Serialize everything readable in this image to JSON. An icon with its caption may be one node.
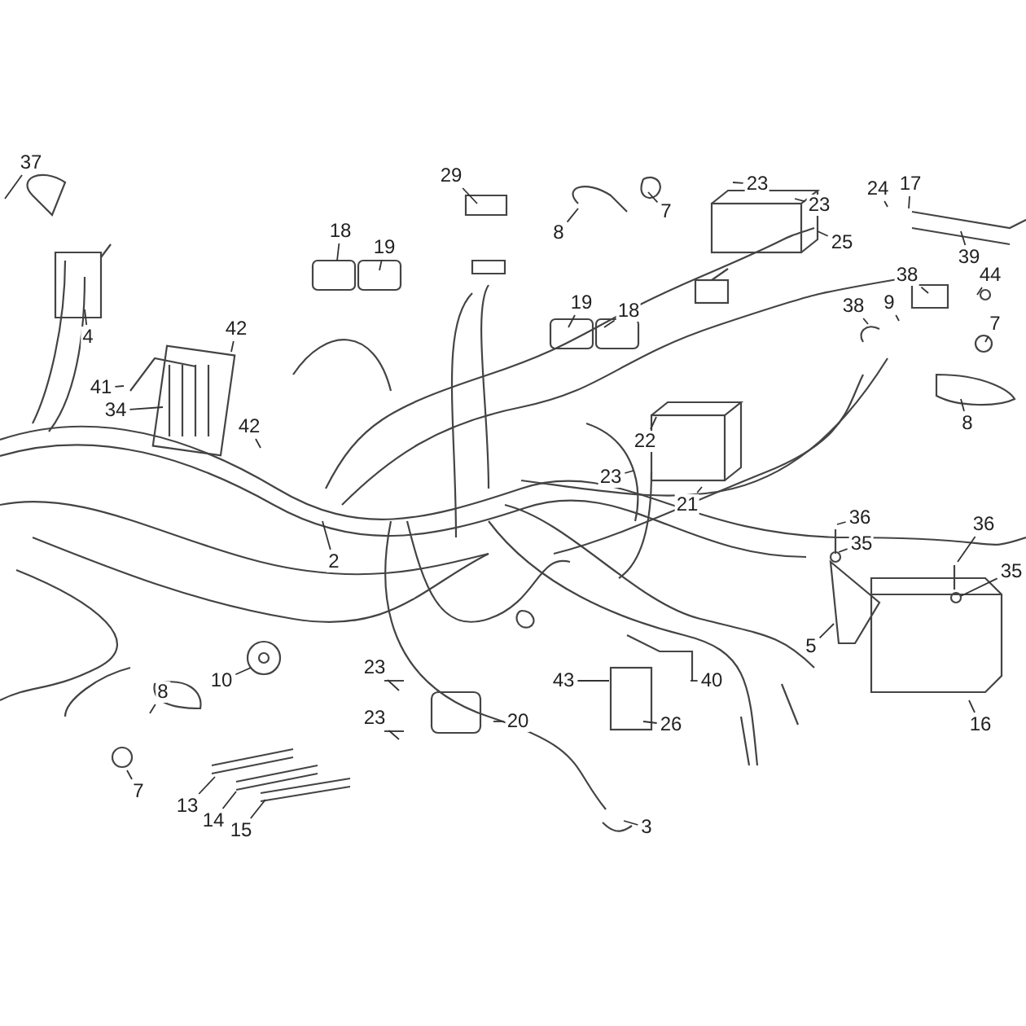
{
  "diagram": {
    "nodes": [
      {
        "text": [
          "37"
        ]
      },
      {
        "text": [
          "29"
        ]
      },
      {
        "text": [
          "23"
        ]
      },
      {
        "text": [
          "17"
        ]
      },
      {
        "text": [
          "24"
        ]
      },
      {
        "text": [
          "23"
        ]
      },
      {
        "text": [
          "7"
        ]
      },
      {
        "text": [
          "8"
        ]
      },
      {
        "text": [
          "18"
        ]
      },
      {
        "text": [
          "25"
        ]
      },
      {
        "text": [
          "19"
        ]
      },
      {
        "text": [
          "39"
        ]
      },
      {
        "text": [
          "38"
        ]
      },
      {
        "text": [
          "44"
        ]
      },
      {
        "text": [
          "19"
        ]
      },
      {
        "text": [
          "9"
        ]
      },
      {
        "text": [
          "38"
        ]
      },
      {
        "text": [
          "18"
        ]
      },
      {
        "text": [
          "7"
        ]
      },
      {
        "text": [
          "42"
        ]
      },
      {
        "text": [
          "4"
        ]
      },
      {
        "text": [
          "41"
        ]
      },
      {
        "text": [
          "34"
        ]
      },
      {
        "text": [
          "8"
        ]
      },
      {
        "text": [
          "42"
        ]
      },
      {
        "text": [
          "22"
        ]
      },
      {
        "text": [
          "23"
        ]
      },
      {
        "text": [
          "21"
        ]
      },
      {
        "text": [
          "36"
        ]
      },
      {
        "text": [
          "36"
        ]
      },
      {
        "text": [
          "35"
        ]
      },
      {
        "text": [
          "2"
        ]
      },
      {
        "text": [
          "35"
        ]
      },
      {
        "text": [
          "5"
        ]
      },
      {
        "text": [
          "23"
        ]
      },
      {
        "text": [
          "10"
        ]
      },
      {
        "text": [
          "43"
        ]
      },
      {
        "text": [
          "40"
        ]
      },
      {
        "text": [
          "8"
        ]
      },
      {
        "text": [
          "23"
        ]
      },
      {
        "text": [
          "26"
        ]
      },
      {
        "text": [
          "20"
        ]
      },
      {
        "text": [
          "16"
        ]
      },
      {
        "text": [
          "7"
        ]
      },
      {
        "text": [
          "13"
        ]
      },
      {
        "text": [
          "14"
        ]
      },
      {
        "text": [
          "3"
        ]
      },
      {
        "text": [
          "15"
        ]
      }
    ],
    "edges": [
      {
        "from": 0,
        "to": null,
        "arrow": "none"
      },
      {
        "from": 1,
        "to": null,
        "arrow": "none"
      },
      {
        "from": 2,
        "to": null,
        "arrow": "none"
      },
      {
        "from": 3,
        "to": null,
        "arrow": "none"
      },
      {
        "from": 4,
        "to": null,
        "arrow": "none"
      },
      {
        "from": 5,
        "to": null,
        "arrow": "none"
      },
      {
        "from": 6,
        "to": null,
        "arrow": "none"
      },
      {
        "from": 7,
        "to": null,
        "arrow": "none"
      },
      {
        "from": 8,
        "to": null,
        "arrow": "none"
      },
      {
        "from": 9,
        "to": null,
        "arrow": "none"
      },
      {
        "from": 10,
        "to": null,
        "arrow": "none"
      },
      {
        "from": 11,
        "to": null,
        "arrow": "none"
      },
      {
        "from": 12,
        "to": null,
        "arrow": "none"
      },
      {
        "from": 13,
        "to": null,
        "arrow": "none"
      },
      {
        "from": 14,
        "to": null,
        "arrow": "none"
      },
      {
        "from": 15,
        "to": null,
        "arrow": "none"
      },
      {
        "from": 16,
        "to": null,
        "arrow": "none"
      },
      {
        "from": 17,
        "to": null,
        "arrow": "none"
      },
      {
        "from": 18,
        "to": null,
        "arrow": "none"
      },
      {
        "from": 19,
        "to": null,
        "arrow": "none"
      },
      {
        "from": 20,
        "to": null,
        "arrow": "none"
      },
      {
        "from": 21,
        "to": null,
        "arrow": "none"
      },
      {
        "from": 22,
        "to": null,
        "arrow": "none"
      },
      {
        "from": 23,
        "to": null,
        "arrow": "none"
      },
      {
        "from": 24,
        "to": null,
        "arrow": "none"
      },
      {
        "from": 25,
        "to": null,
        "arrow": "none"
      },
      {
        "from": 26,
        "to": null,
        "arrow": "none"
      },
      {
        "from": 27,
        "to": null,
        "arrow": "none"
      },
      {
        "from": 28,
        "to": null,
        "arrow": "none"
      },
      {
        "from": 29,
        "to": null,
        "arrow": "none"
      },
      {
        "from": 30,
        "to": null,
        "arrow": "none"
      },
      {
        "from": 31,
        "to": null,
        "arrow": "none"
      },
      {
        "from": 32,
        "to": null,
        "arrow": "none"
      },
      {
        "from": 33,
        "to": null,
        "arrow": "none"
      },
      {
        "from": 34,
        "to": null,
        "arrow": "none"
      },
      {
        "from": 35,
        "to": null,
        "arrow": "none"
      },
      {
        "from": 36,
        "to": null,
        "arrow": "none"
      },
      {
        "from": 37,
        "to": null,
        "arrow": "none"
      },
      {
        "from": 38,
        "to": null,
        "arrow": "none"
      },
      {
        "from": 39,
        "to": null,
        "arrow": "none"
      },
      {
        "from": 40,
        "to": null,
        "arrow": "none"
      },
      {
        "from": 41,
        "to": null,
        "arrow": "none"
      },
      {
        "from": 42,
        "to": null,
        "arrow": "none"
      },
      {
        "from": 43,
        "to": null,
        "arrow": "none"
      },
      {
        "from": 44,
        "to": null,
        "arrow": "none"
      },
      {
        "from": 45,
        "to": null,
        "arrow": "none"
      },
      {
        "from": 46,
        "to": null,
        "arrow": "none"
      },
      {
        "from": 47,
        "to": null,
        "arrow": "none"
      }
    ]
  }
}
